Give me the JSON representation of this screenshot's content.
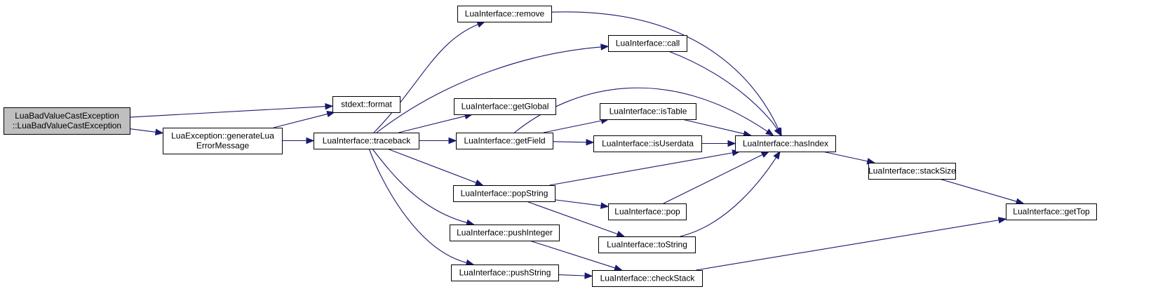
{
  "graph": {
    "nodes": [
      {
        "id": "ctor",
        "lines": [
          "LuaBadValueCastException",
          "::LuaBadValueCastException"
        ],
        "highlighted": true
      },
      {
        "id": "format",
        "lines": [
          "stdext::format"
        ]
      },
      {
        "id": "genmsg",
        "lines": [
          "LuaException::generateLua",
          "ErrorMessage"
        ]
      },
      {
        "id": "traceback",
        "lines": [
          "LuaInterface::traceback"
        ]
      },
      {
        "id": "remove",
        "lines": [
          "LuaInterface::remove"
        ]
      },
      {
        "id": "call",
        "lines": [
          "LuaInterface::call"
        ]
      },
      {
        "id": "getGlobal",
        "lines": [
          "LuaInterface::getGlobal"
        ]
      },
      {
        "id": "getField",
        "lines": [
          "LuaInterface::getField"
        ]
      },
      {
        "id": "isTable",
        "lines": [
          "LuaInterface::isTable"
        ]
      },
      {
        "id": "isUserdata",
        "lines": [
          "LuaInterface::isUserdata"
        ]
      },
      {
        "id": "hasIndex",
        "lines": [
          "LuaInterface::hasIndex"
        ]
      },
      {
        "id": "popString",
        "lines": [
          "LuaInterface::popString"
        ]
      },
      {
        "id": "pop",
        "lines": [
          "LuaInterface::pop"
        ]
      },
      {
        "id": "toString",
        "lines": [
          "LuaInterface::toString"
        ]
      },
      {
        "id": "pushInteger",
        "lines": [
          "LuaInterface::pushInteger"
        ]
      },
      {
        "id": "pushString",
        "lines": [
          "LuaInterface::pushString"
        ]
      },
      {
        "id": "checkStack",
        "lines": [
          "LuaInterface::checkStack"
        ]
      },
      {
        "id": "stackSize",
        "lines": [
          "LuaInterface::stackSize"
        ]
      },
      {
        "id": "getTop",
        "lines": [
          "LuaInterface::getTop"
        ]
      }
    ],
    "edges": [
      {
        "from": "ctor",
        "to": "format"
      },
      {
        "from": "ctor",
        "to": "genmsg"
      },
      {
        "from": "genmsg",
        "to": "format"
      },
      {
        "from": "genmsg",
        "to": "traceback"
      },
      {
        "from": "traceback",
        "to": "remove"
      },
      {
        "from": "traceback",
        "to": "call"
      },
      {
        "from": "traceback",
        "to": "getGlobal"
      },
      {
        "from": "traceback",
        "to": "getField"
      },
      {
        "from": "traceback",
        "to": "popString"
      },
      {
        "from": "traceback",
        "to": "pushInteger"
      },
      {
        "from": "traceback",
        "to": "pushString"
      },
      {
        "from": "remove",
        "to": "hasIndex"
      },
      {
        "from": "call",
        "to": "hasIndex"
      },
      {
        "from": "getField",
        "to": "isTable"
      },
      {
        "from": "getField",
        "to": "isUserdata"
      },
      {
        "from": "getField",
        "to": "hasIndex"
      },
      {
        "from": "isTable",
        "to": "hasIndex"
      },
      {
        "from": "isUserdata",
        "to": "hasIndex"
      },
      {
        "from": "popString",
        "to": "hasIndex"
      },
      {
        "from": "popString",
        "to": "pop"
      },
      {
        "from": "popString",
        "to": "toString"
      },
      {
        "from": "pop",
        "to": "hasIndex"
      },
      {
        "from": "toString",
        "to": "hasIndex"
      },
      {
        "from": "pushInteger",
        "to": "checkStack"
      },
      {
        "from": "pushString",
        "to": "checkStack"
      },
      {
        "from": "checkStack",
        "to": "getTop"
      },
      {
        "from": "hasIndex",
        "to": "stackSize"
      },
      {
        "from": "stackSize",
        "to": "getTop"
      }
    ],
    "colors": {
      "edge": "#191970",
      "node_fill": "#ffffff",
      "highlight_fill": "#bfbfbf",
      "node_border": "#000000"
    }
  }
}
